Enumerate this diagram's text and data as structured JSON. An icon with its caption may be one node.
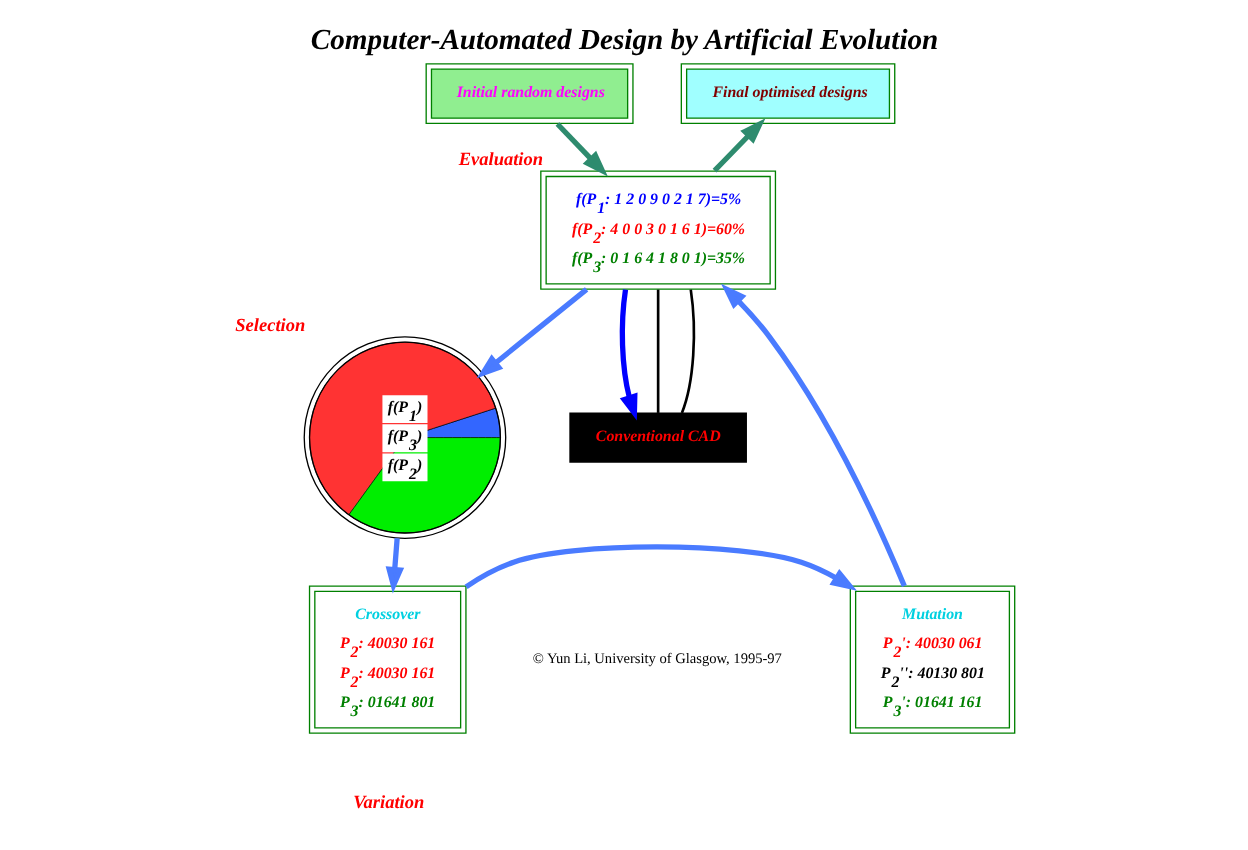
{
  "diagram": {
    "title": "Computer-Automated Design by Artificial Evolution",
    "nodes": [
      {
        "text": [
          "Initial random designs"
        ]
      },
      {
        "text": [
          "Final optimised designs"
        ]
      },
      {
        "text": [
          "f(P$_{1}$: 1 2 0 9 0 2 1 7)=5%",
          "f(P$_{2}$: 4 0 0 3 0 1 6 1)=60%",
          "f(P$_{3}$: 0 1 6 4 1 8 0 1)=35%"
        ],
        "beside": [
          "Evaluation"
        ]
      },
      {
        "text": [
          "f(P$_{1}$)",
          "f(P$_{3}$)",
          "f(P$_{2}$)"
        ],
        "beside": [
          "Selection"
        ]
      },
      {
        "text": [
          "Crossover",
          "P$_{2}$: 40030 161",
          "P$_{2}$: 40030 161",
          "P$_{3}$: 01641 801"
        ]
      },
      {
        "text": [
          "Mutation",
          "P$_{2}$': 40030 061",
          "P$_{2}$'': 40130 801",
          "P$_{3}$': 01641 161"
        ]
      },
      {
        "text": [
          "Conventional CAD"
        ]
      }
    ],
    "edges": [
      {
        "from": 0,
        "to": 2,
        "arrow": "to",
        "color": "#2e8b6e"
      },
      {
        "from": 2,
        "to": 1,
        "arrow": "to",
        "color": "#2e8b6e"
      },
      {
        "from": 2,
        "to": 3,
        "arrow": "to"
      },
      {
        "from": 3,
        "to": 4,
        "arrow": "to"
      },
      {
        "from": 4,
        "to": 5,
        "arrow": "to"
      },
      {
        "from": 5,
        "to": 2,
        "arrow": "to"
      },
      {
        "from": 2,
        "to": 6,
        "arrow": "to",
        "color": "#0000ff"
      },
      {
        "from": 2,
        "to": 6,
        "arrow": "none",
        "color": "#000000"
      },
      {
        "from": 2,
        "to": 6,
        "arrow": "none",
        "color": "#000000"
      }
    ],
    "labels": [
      "Variation",
      "© Yun Li, University of Glasgow, 1995-97"
    ]
  }
}
